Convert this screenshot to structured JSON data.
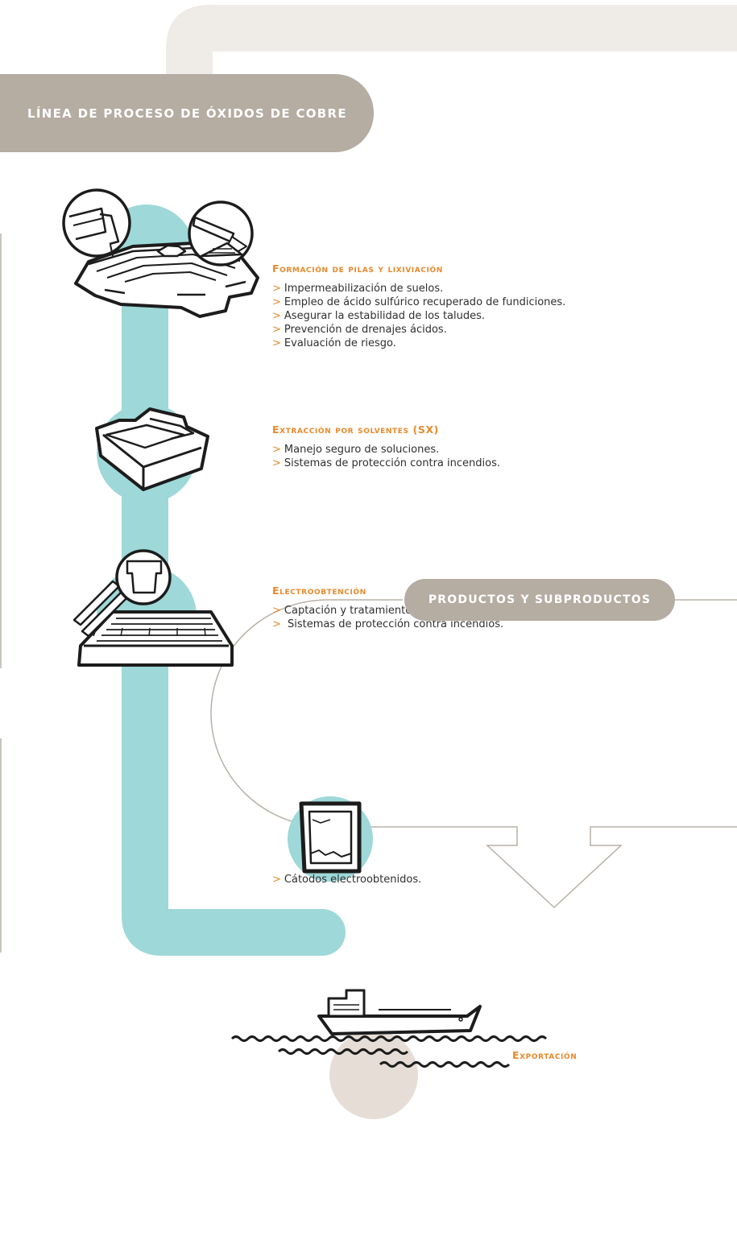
{
  "header": {
    "title": "LÍNEA DE PROCESO DE ÓXIDOS DE COBRE"
  },
  "steps": [
    {
      "title": "Formación de pilas y lixiviación",
      "items": [
        "Impermeabilización de suelos.",
        "Empleo de ácido sulfúrico recuperado de fundiciones.",
        "Asegurar la estabilidad de los taludes.",
        "Prevención de drenajes ácidos.",
        "Evaluación de riesgo."
      ]
    },
    {
      "title": "Extracción por solventes (SX)",
      "items": [
        "Manejo seguro de soluciones.",
        "Sistemas de protección contra incendios."
      ]
    },
    {
      "title": "Electroobtención",
      "items": [
        "Captación y tratamiento de neblinas ácidas.",
        " Sistemas de protección contra incendios."
      ]
    }
  ],
  "products": {
    "title": "PRODUCTOS Y SUBPRODUCTOS",
    "items": [
      "Cátodos electroobtenidos."
    ]
  },
  "export": {
    "label": "Exportación"
  },
  "bullet_glyph": ">",
  "colors": {
    "teal": "#9ed8d8",
    "taupe": "#b5aca2",
    "light_taupe": "#efebe7",
    "circle_taupe": "#e6ded6",
    "accent_orange": "#e8892b",
    "outline": "#1c1c1c"
  },
  "icons": {
    "heap": "heap-leach-pile-icon",
    "sx": "solvent-extraction-tank-icon",
    "ew": "electrowinning-cell-icon",
    "cathode": "copper-cathode-icon",
    "ship": "cargo-ship-icon"
  }
}
